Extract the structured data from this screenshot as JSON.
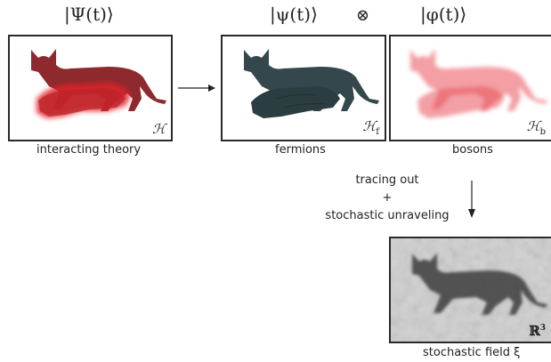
{
  "top_labels": {
    "psi_total": "|Ψ(t)⟩",
    "psi_fermion": "|ψ(t)⟩",
    "tensor": "⊗",
    "phi_boson": "|φ(t)⟩"
  },
  "panels": {
    "interacting": {
      "space_label": "ℋ",
      "caption": "interacting theory"
    },
    "fermions": {
      "space_label": "ℋ",
      "space_sub": "f",
      "caption": "fermions"
    },
    "bosons": {
      "space_label": "ℋ",
      "space_sub": "b",
      "caption": "bosons"
    },
    "stochastic": {
      "space_label": "ℝ",
      "space_sup": "3",
      "caption": "stochastic field  ξ"
    }
  },
  "process_text": {
    "line1": "tracing out",
    "line2": "+",
    "line3": "stochastic unraveling"
  },
  "colors": {
    "interacting_cat": "#8e2a2d",
    "interacting_glow": "#e0242a",
    "fermion_cat": "#34474c",
    "boson_cat": "#f07f86",
    "field_background": "#cfcfcf",
    "field_cat": "#3d3d3d"
  }
}
